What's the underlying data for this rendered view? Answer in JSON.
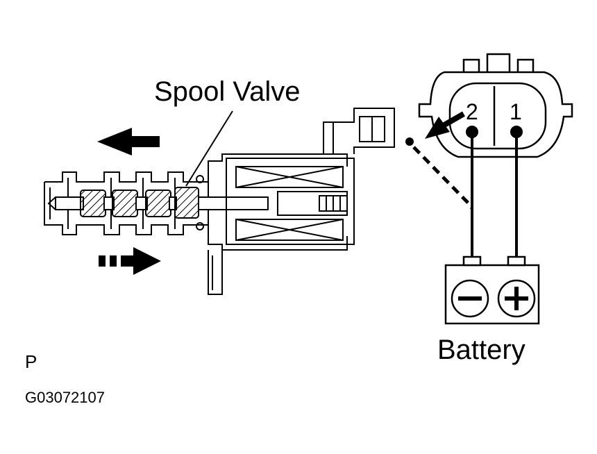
{
  "labels": {
    "spool_valve": "Spool Valve",
    "battery": "Battery",
    "view_letter": "P",
    "figure_code": "G03072107"
  },
  "connector": {
    "terminal_2": "2",
    "terminal_1": "1"
  }
}
